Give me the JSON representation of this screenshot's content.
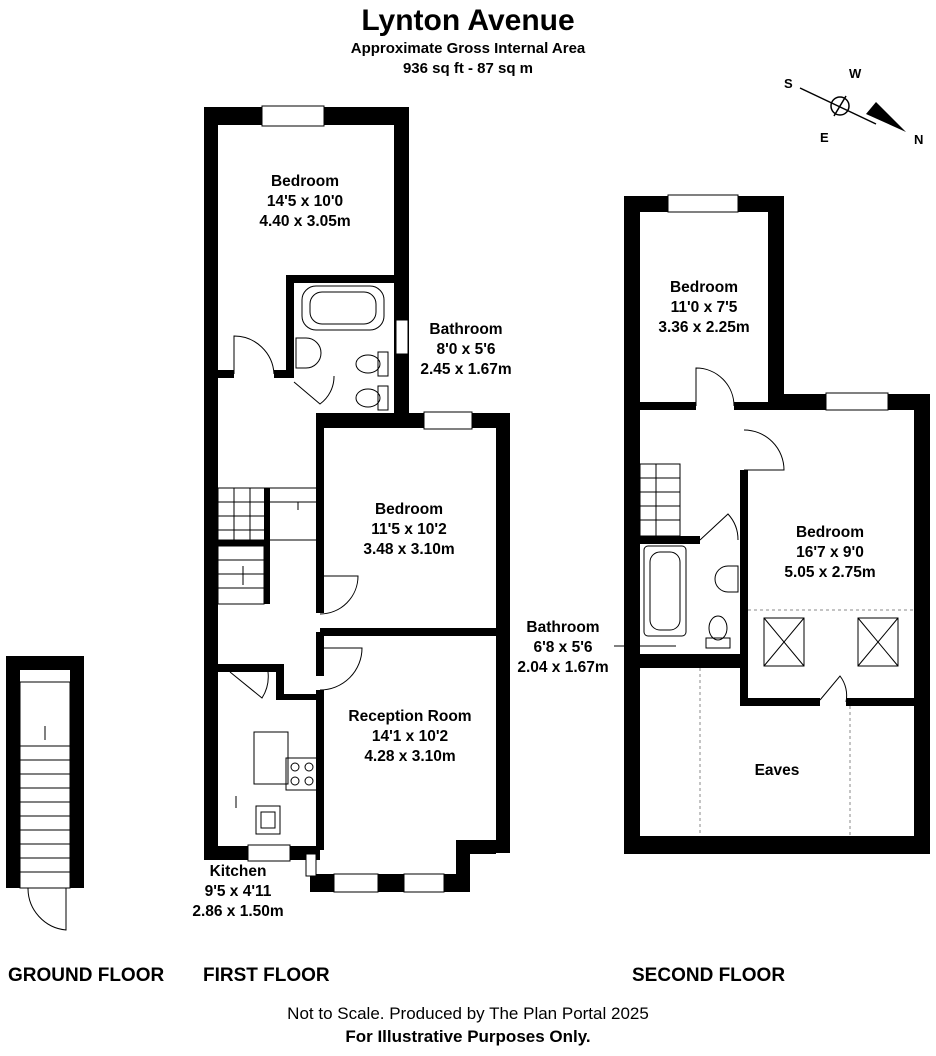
{
  "header": {
    "title": "Lynton Avenue",
    "area_label": "Approximate Gross Internal Area",
    "area_value": "936 sq ft - 87 sq m"
  },
  "compass": {
    "n": "N",
    "s": "S",
    "e": "E",
    "w": "W"
  },
  "rooms": {
    "first_bedroom_1": {
      "name": "Bedroom",
      "imperial": "14'5 x 10'0",
      "metric": "4.40 x 3.05m"
    },
    "first_bathroom": {
      "name": "Bathroom",
      "imperial": "8'0 x 5'6",
      "metric": "2.45 x 1.67m"
    },
    "first_bedroom_2": {
      "name": "Bedroom",
      "imperial": "11'5 x 10'2",
      "metric": "3.48 x 3.10m"
    },
    "reception": {
      "name": "Reception Room",
      "imperial": "14'1 x 10'2",
      "metric": "4.28 x 3.10m"
    },
    "kitchen": {
      "name": "Kitchen",
      "imperial": "9'5 x 4'11",
      "metric": "2.86 x 1.50m"
    },
    "second_bedroom_1": {
      "name": "Bedroom",
      "imperial": "11'0 x 7'5",
      "metric": "3.36 x 2.25m"
    },
    "second_bedroom_2": {
      "name": "Bedroom",
      "imperial": "16'7 x 9'0",
      "metric": "5.05 x 2.75m"
    },
    "second_bathroom": {
      "name": "Bathroom",
      "imperial": "6'8 x 5'6",
      "metric": "2.04 x 1.67m"
    },
    "eaves": {
      "name": "Eaves"
    }
  },
  "floors": {
    "ground": "GROUND FLOOR",
    "first": "FIRST FLOOR",
    "second": "SECOND FLOOR"
  },
  "footer": {
    "line1": "Not to Scale. Produced by The Plan Portal 2025",
    "line2": "For Illustrative Purposes Only."
  }
}
